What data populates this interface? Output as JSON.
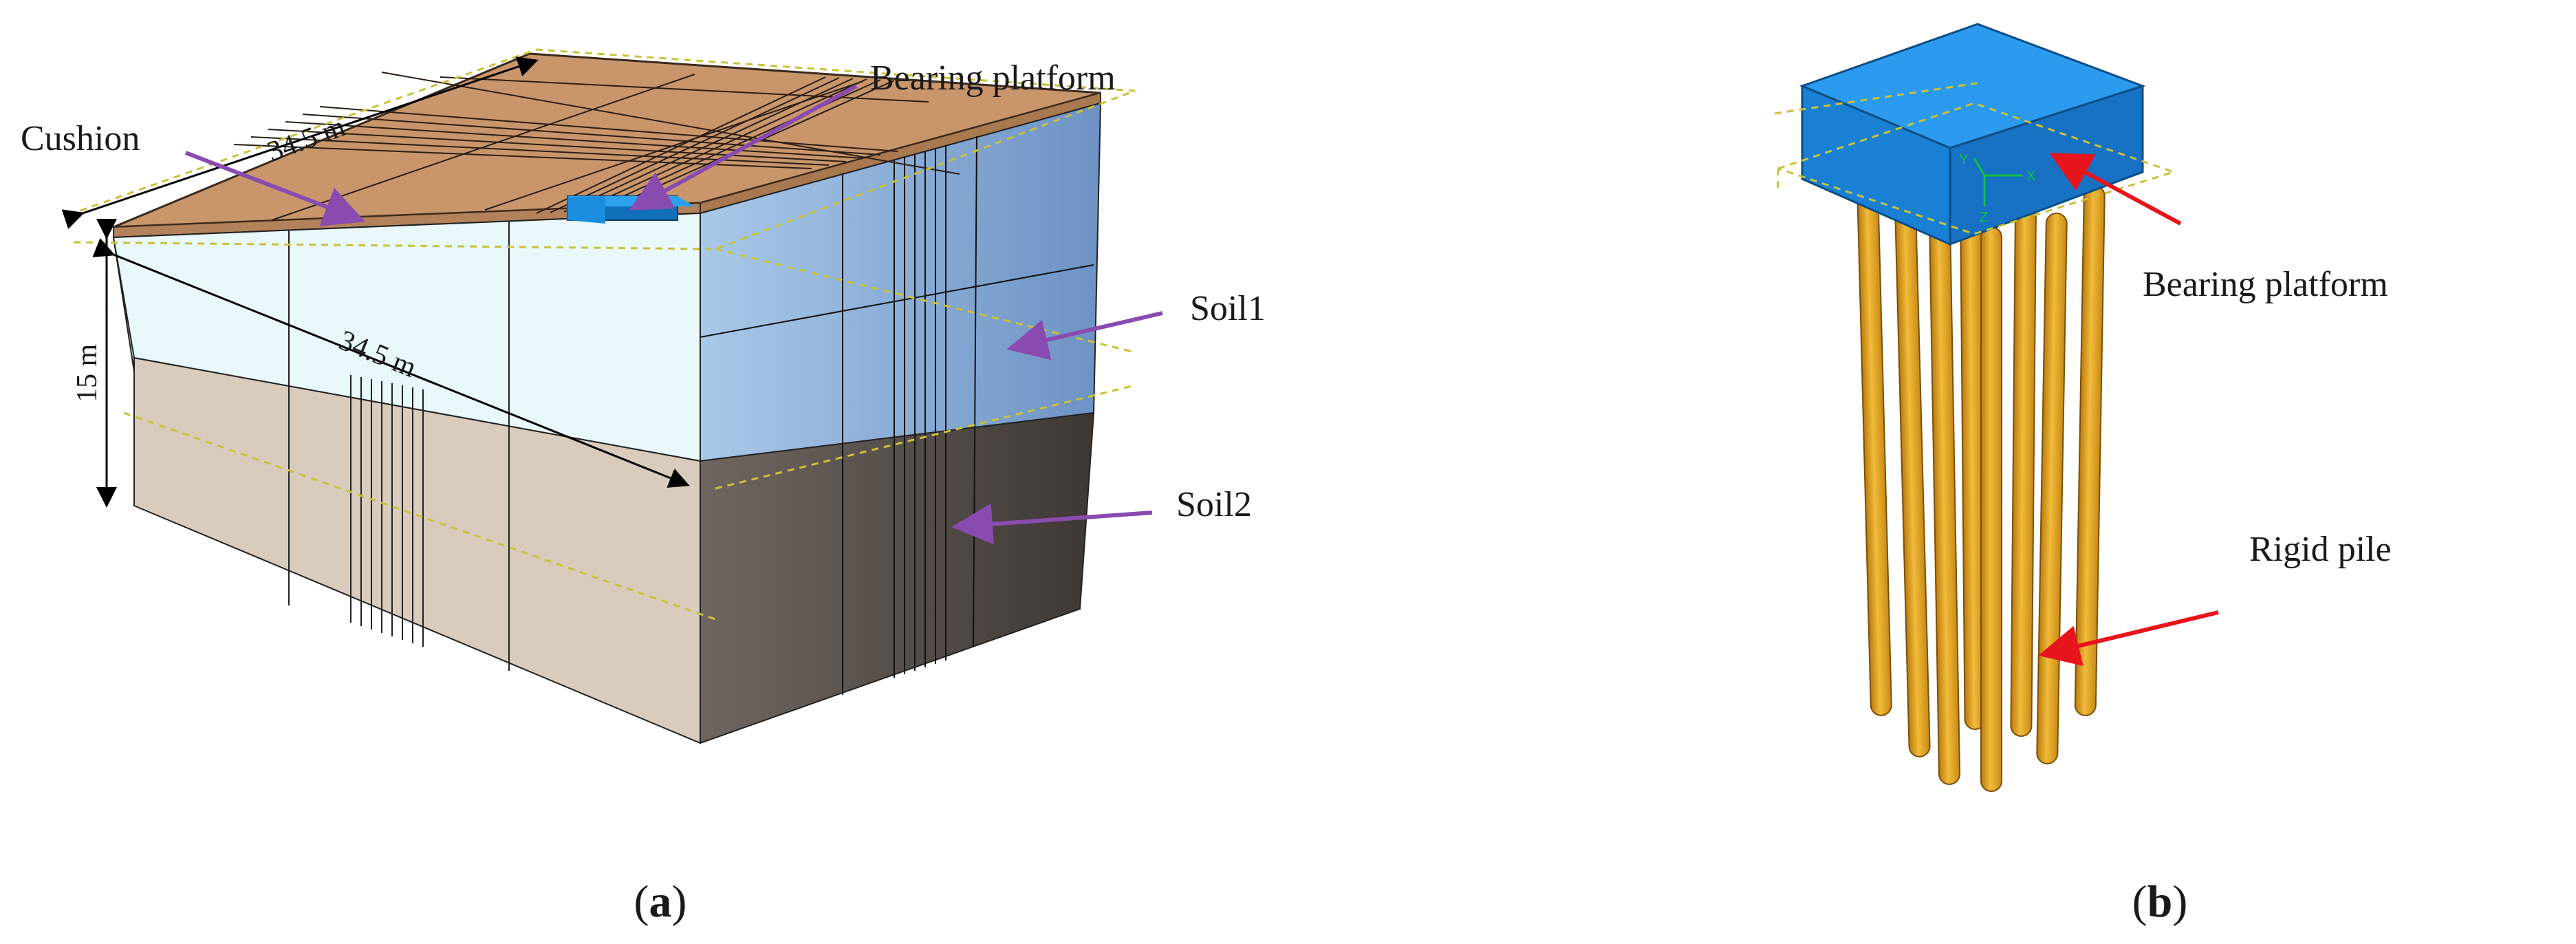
{
  "panel_a": {
    "caption_prefix": "(",
    "caption_letter": "a",
    "caption_suffix": ")",
    "labels": {
      "bearing_platform": "Bearing platform",
      "cushion": "Cushion",
      "soil1": "Soil1",
      "soil2": "Soil2"
    },
    "dimensions": {
      "top_width": "34.5 m",
      "front_width": "34.5 m",
      "height": "15 m"
    },
    "colors": {
      "cushion": "#c9966b",
      "soil1": "#e8f8fb",
      "soil2": "#d9ccbd",
      "platform": "#1d86d6",
      "arrow": "#8a4bb0"
    }
  },
  "panel_b": {
    "caption_prefix": "(",
    "caption_letter": "b",
    "caption_suffix": ")",
    "labels": {
      "bearing_platform": "Bearing platform",
      "rigid_pile": "Rigid pile"
    },
    "axis_labels": {
      "x": "X",
      "y": "Y",
      "z": "Z"
    },
    "colors": {
      "platform": "#1a8fe6",
      "pile": "#e0a11c",
      "arrow": "#e8141b"
    }
  }
}
